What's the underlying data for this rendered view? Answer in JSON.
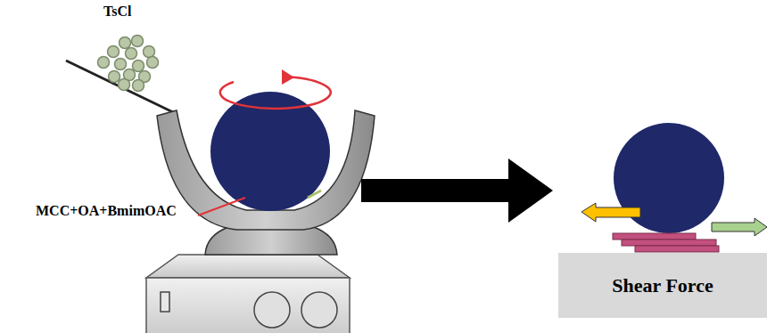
{
  "diagram": {
    "nodes": [
      {
        "text": [
          "Shear Force"
        ]
      }
    ],
    "labels": [
      "TsCl",
      "MCC+OA+BmimOAC"
    ]
  }
}
